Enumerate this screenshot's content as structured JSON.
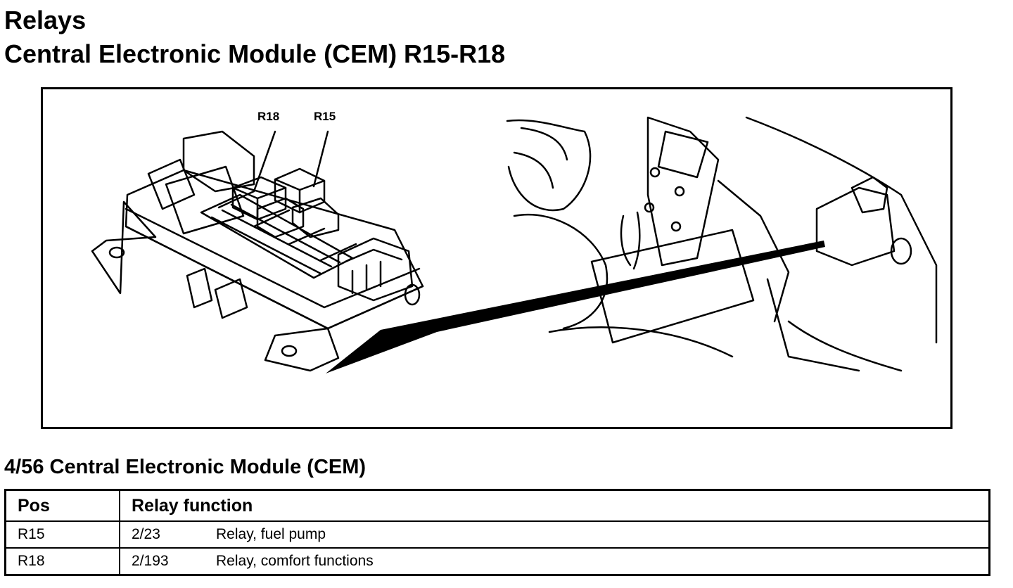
{
  "document": {
    "heading": "Relays",
    "title": "Central Electronic Module (CEM) R15-R18"
  },
  "figure": {
    "callouts": [
      "R18",
      "R15"
    ]
  },
  "section": {
    "title": "4/56 Central Electronic Module (CEM)"
  },
  "table": {
    "headers": [
      "Pos",
      "Relay function"
    ],
    "rows": [
      {
        "pos": "R15",
        "code": "2/23",
        "function": "Relay, fuel pump"
      },
      {
        "pos": "R18",
        "code": "2/193",
        "function": "Relay, comfort functions"
      }
    ]
  }
}
